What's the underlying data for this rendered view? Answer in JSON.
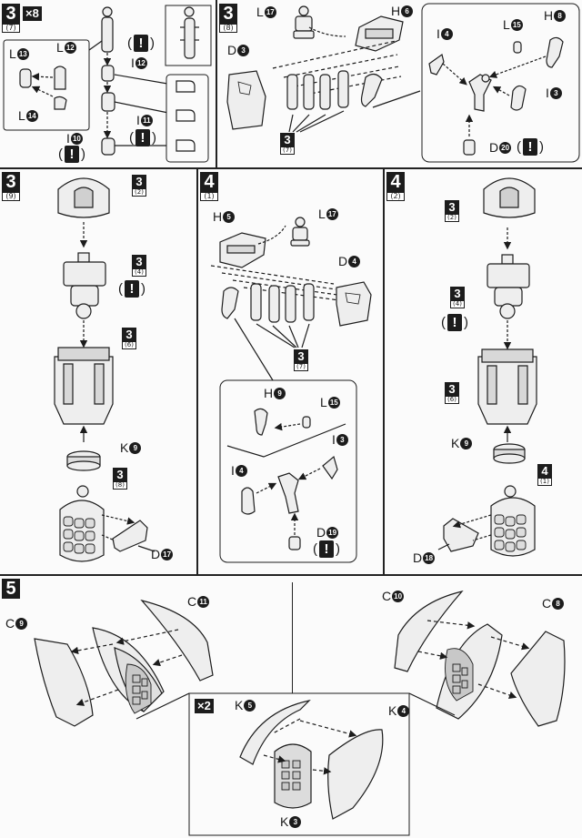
{
  "steps": {
    "s3_7": {
      "number": "3",
      "sub": "(7)",
      "multiplier": "×8"
    },
    "s3_8": {
      "number": "3",
      "sub": "(8)"
    },
    "s3_9": {
      "number": "3",
      "sub": "(9)"
    },
    "s4_1": {
      "number": "4",
      "sub": "(1)"
    },
    "s4_2": {
      "number": "4",
      "sub": "(2)"
    },
    "s5": {
      "number": "5"
    }
  },
  "refs": {
    "r3_7_a": {
      "number": "3",
      "sub": "(7)"
    },
    "r3_2_a": {
      "number": "3",
      "sub": "(2)"
    },
    "r3_4_a": {
      "number": "3",
      "sub": "(4)"
    },
    "r3_6_a": {
      "number": "3",
      "sub": "(6)"
    },
    "r3_8_a": {
      "number": "3",
      "sub": "(8)"
    },
    "r3_7_b": {
      "number": "3",
      "sub": "(7)"
    },
    "r3_2_b": {
      "number": "3",
      "sub": "(2)"
    },
    "r3_4_b": {
      "number": "3",
      "sub": "(4)"
    },
    "r3_6_b": {
      "number": "3",
      "sub": "(6)"
    },
    "r4_1_b": {
      "number": "4",
      "sub": "(1)"
    }
  },
  "labels": {
    "p1_L13": {
      "letter": "L",
      "num": "13"
    },
    "p1_L12": {
      "letter": "L",
      "num": "12"
    },
    "p1_L14": {
      "letter": "L",
      "num": "14"
    },
    "p1_I12": {
      "letter": "I",
      "num": "12"
    },
    "p1_I11": {
      "letter": "I",
      "num": "11"
    },
    "p1_I10": {
      "letter": "I",
      "num": "10"
    },
    "p2_L17": {
      "letter": "L",
      "num": "17"
    },
    "p2_H6": {
      "letter": "H",
      "num": "6"
    },
    "p2_D3": {
      "letter": "D",
      "num": "3"
    },
    "p2_I4": {
      "letter": "I",
      "num": "4"
    },
    "p2_L15": {
      "letter": "L",
      "num": "15"
    },
    "p2_H8": {
      "letter": "H",
      "num": "8"
    },
    "p2_I3": {
      "letter": "I",
      "num": "3"
    },
    "p2_D20": {
      "letter": "D",
      "num": "20"
    },
    "p3_K9": {
      "letter": "K",
      "num": "9"
    },
    "p3_D17": {
      "letter": "D",
      "num": "17"
    },
    "p4_H5": {
      "letter": "H",
      "num": "5"
    },
    "p4_L17": {
      "letter": "L",
      "num": "17"
    },
    "p4_D4": {
      "letter": "D",
      "num": "4"
    },
    "p4_H9": {
      "letter": "H",
      "num": "9"
    },
    "p4_L15": {
      "letter": "L",
      "num": "15"
    },
    "p4_I3": {
      "letter": "I",
      "num": "3"
    },
    "p4_I4": {
      "letter": "I",
      "num": "4"
    },
    "p4_D19": {
      "letter": "D",
      "num": "19"
    },
    "p5_K9": {
      "letter": "K",
      "num": "9"
    },
    "p5_D18": {
      "letter": "D",
      "num": "18"
    },
    "p6_C11": {
      "letter": "C",
      "num": "11"
    },
    "p6_C9": {
      "letter": "C",
      "num": "9"
    },
    "p6_C10": {
      "letter": "C",
      "num": "10"
    },
    "p6_C8": {
      "letter": "C",
      "num": "8"
    },
    "p6_K5": {
      "letter": "K",
      "num": "5"
    },
    "p6_K4": {
      "letter": "K",
      "num": "4"
    },
    "p6_K3": {
      "letter": "K",
      "num": "3"
    }
  },
  "warnings": {
    "mark": "!",
    "open": "(",
    "close": ")"
  },
  "x2_badge": "×2",
  "colors": {
    "ink": "#1c1c1c",
    "paper": "#fbfbfb",
    "fill": "#e6e6e6",
    "detail": "#bdbdbd"
  }
}
